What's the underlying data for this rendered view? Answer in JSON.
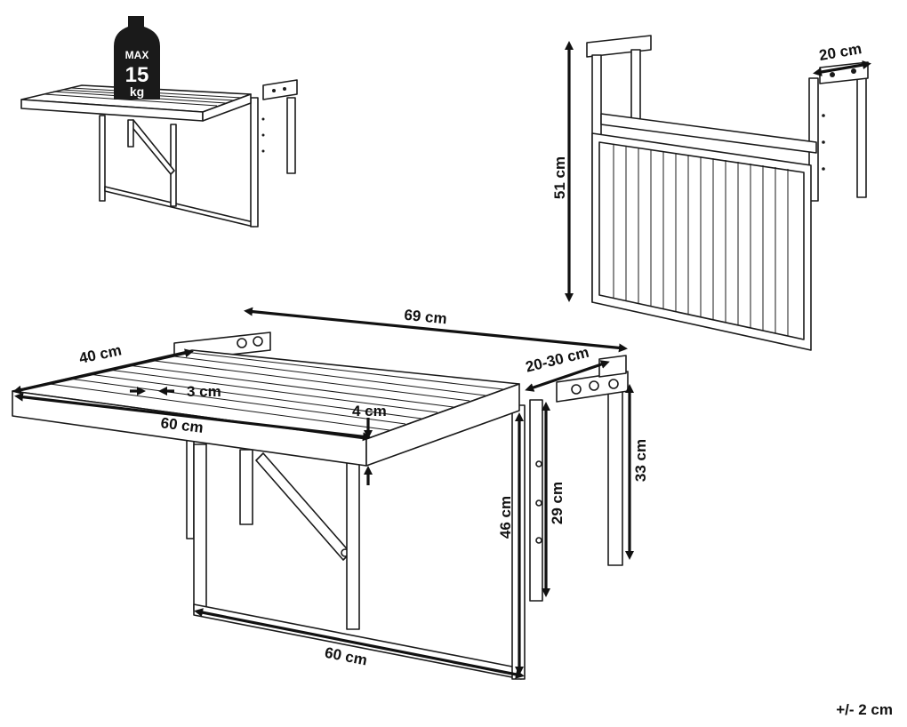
{
  "weight_badge": {
    "line1": "MAX",
    "line2": "15",
    "line3": "kg"
  },
  "dimensions": {
    "height_top_right": "51 cm",
    "rail_depth": "20 cm",
    "total_width": "69 cm",
    "depth": "40 cm",
    "slat_gap": "3 cm",
    "top_width": "60 cm",
    "top_thickness": "4 cm",
    "bracket_range": "20-30 cm",
    "bracket_height": "33 cm",
    "inner_height": "29 cm",
    "frame_height": "46 cm",
    "frame_width": "60 cm"
  },
  "tolerance": "+/- 2 cm"
}
